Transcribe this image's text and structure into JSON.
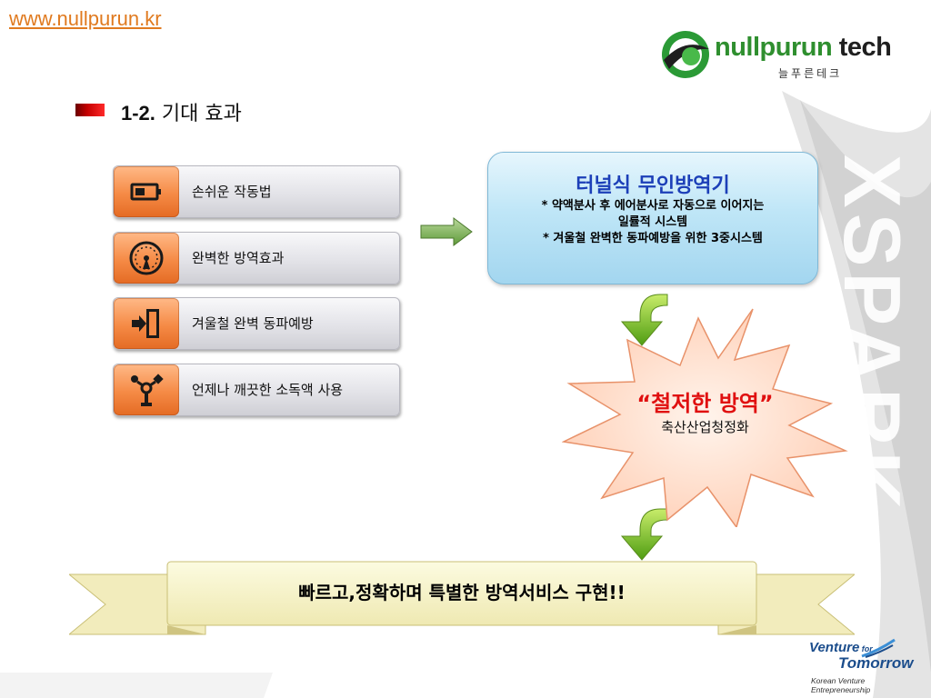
{
  "header": {
    "site_url": "www.nullpurun.kr",
    "logo_name_prefix": "nullpurun ",
    "logo_name_suffix": "tech",
    "logo_korean": "늘푸른테크",
    "colors": {
      "link": "#e07a1f",
      "logo_green": "#2f8f2f",
      "logo_dark": "#1f1f1f"
    }
  },
  "section": {
    "number": "1-2.",
    "title": "기대 효과"
  },
  "features": [
    {
      "icon": "battery-icon",
      "label": "손쉬운 작동법"
    },
    {
      "icon": "gauge-icon",
      "label": "완벽한 방역효과"
    },
    {
      "icon": "exit-door-icon",
      "label": "겨울철 완벽 동파예방"
    },
    {
      "icon": "network-icon",
      "label": "언제나 깨끗한 소독액 사용"
    }
  ],
  "tunnel": {
    "title": "터널식 무인방역기",
    "line1": "* 약액분사 후 에어분사로 자동으로 이어지는",
    "line2": "일률적 시스템",
    "line3": "* 겨울철 완벽한 동파예방을 위한 3중시스템"
  },
  "burst": {
    "title": "“철저한 방역”",
    "subtitle": "축산산업청정화"
  },
  "watermark": "XSPARK",
  "ribbon": {
    "text": "빠르고,정확하며 특별한 방역서비스 구현!!"
  },
  "venture": {
    "line1_a": "Venture",
    "line1_b": " for",
    "line2": "Tomorrow",
    "line3": "Korean Venture Entrepreneurship"
  }
}
